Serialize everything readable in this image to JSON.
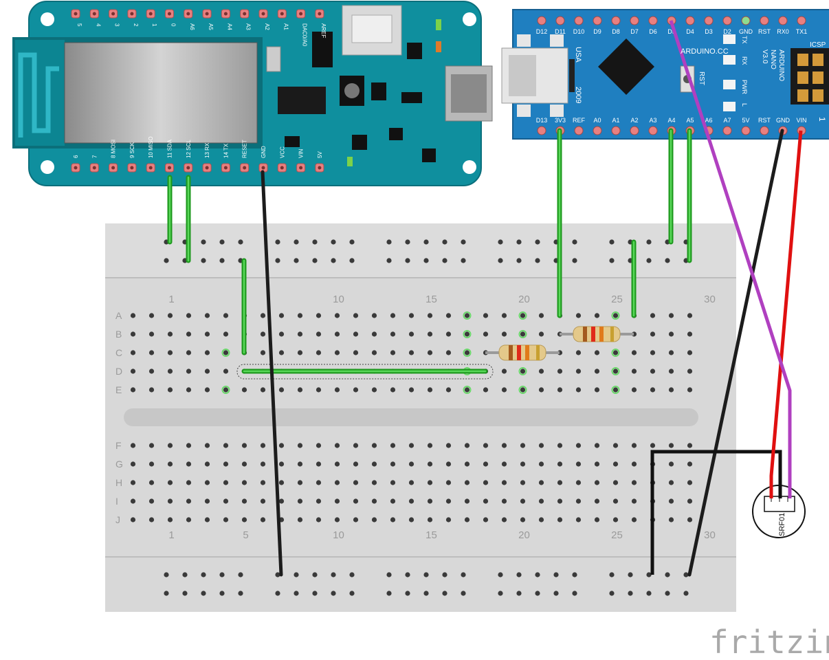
{
  "brand": {
    "wordmark": "fritzing"
  },
  "colors": {
    "board_teal": "#0f8f9e",
    "nano_blue": "#1f7fc0",
    "breadboard": "#d8d8d8",
    "wire_green": "#2db32d",
    "wire_black": "#202020",
    "wire_red": "#e01010",
    "wire_purple": "#b040c0",
    "hole_dark": "#3a3a3a",
    "pad_pink": "#e88080"
  },
  "mkr": {
    "top_pins": [
      "5",
      "4",
      "3",
      "2",
      "1",
      "0",
      "A6",
      "A5",
      "A4",
      "A3",
      "A2",
      "A1",
      "DAC0/A0",
      "AREF"
    ],
    "bottom_pins": [
      "6",
      "7",
      "8 MOSI",
      "9 SCK",
      "10 MISO",
      "11 SDA",
      "12 SCL",
      "13 RX",
      "14 TX",
      "RESET",
      "GND",
      "VCC",
      "VIN",
      "5V"
    ]
  },
  "nano": {
    "top_pins": [
      "D12",
      "D11",
      "D10",
      "D9",
      "D8",
      "D7",
      "D6",
      "D5",
      "D4",
      "D3",
      "D2",
      "GND",
      "RST",
      "RX0",
      "TX1"
    ],
    "bottom_pins": [
      "D13",
      "3V3",
      "REF",
      "A0",
      "A1",
      "A2",
      "A3",
      "A4",
      "A5",
      "A6",
      "A7",
      "5V",
      "RST",
      "GND",
      "VIN"
    ],
    "usa": "USA",
    "year": "2009",
    "maker": "ARDUINO.CC",
    "model_lines": [
      "ARDUINO",
      "NANO",
      "V3.0"
    ],
    "icsp": "ICSP",
    "rst_label": "RST",
    "leds": [
      "TX",
      "RX",
      "PWR",
      "L"
    ],
    "one_mark": "1"
  },
  "breadboard": {
    "top_numbers": [
      "1",
      "10",
      "15",
      "20",
      "25",
      "30"
    ],
    "bottom_numbers": [
      "1",
      "5",
      "10",
      "15",
      "20",
      "25",
      "30"
    ],
    "rows_top": [
      "A",
      "B",
      "C",
      "D",
      "E"
    ],
    "rows_bottom": [
      "F",
      "G",
      "H",
      "I",
      "J"
    ]
  },
  "sensor": {
    "label": "SRF01"
  }
}
